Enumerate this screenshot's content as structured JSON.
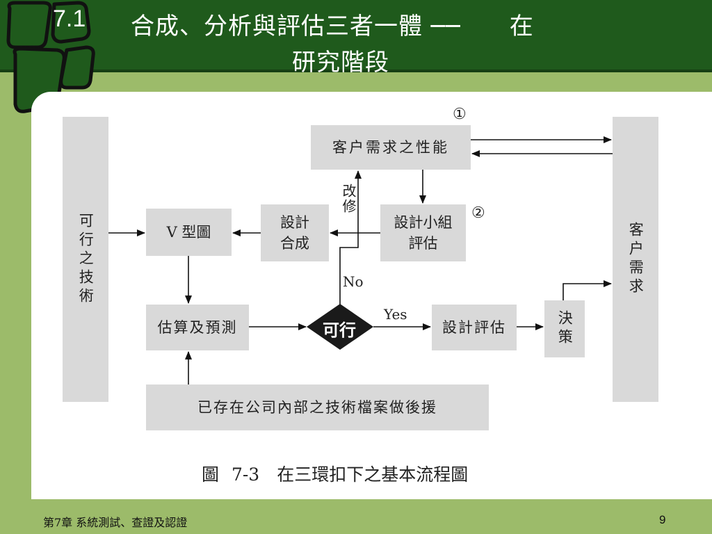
{
  "header": {
    "section_number": "7.1",
    "title_line1": "合成、分析與評估三者一體 ──　　在",
    "title_line2": "研究階段"
  },
  "diagram": {
    "nodes": {
      "feasible_tech": "可行之技術",
      "customer_perf": "客户需求之性能",
      "customer_needs": "客户需求",
      "v_diagram": "V 型圖",
      "design_synth_l1": "設計",
      "design_synth_l2": "合成",
      "design_group_l1": "設計小組",
      "design_group_l2": "評估",
      "estimate": "估算及預測",
      "feasible": "可行",
      "design_eval": "設計評估",
      "decision": "決策",
      "tech_archive": "已存在公司內部之技術檔案做後援"
    },
    "labels": {
      "marker_1": "①",
      "marker_2": "②",
      "revise": "改修",
      "no": "No",
      "yes": "Yes"
    },
    "caption": "圖 7-3　在三環扣下之基本流程圖"
  },
  "footer": {
    "chapter": "第7章 系統測試、查證及認證",
    "page": "9"
  },
  "colors": {
    "header_bg": "#1f5a1c",
    "page_bg": "#9cbb6a",
    "box_fill": "#d9d9d9",
    "diamond_fill": "#1a1a1a"
  }
}
